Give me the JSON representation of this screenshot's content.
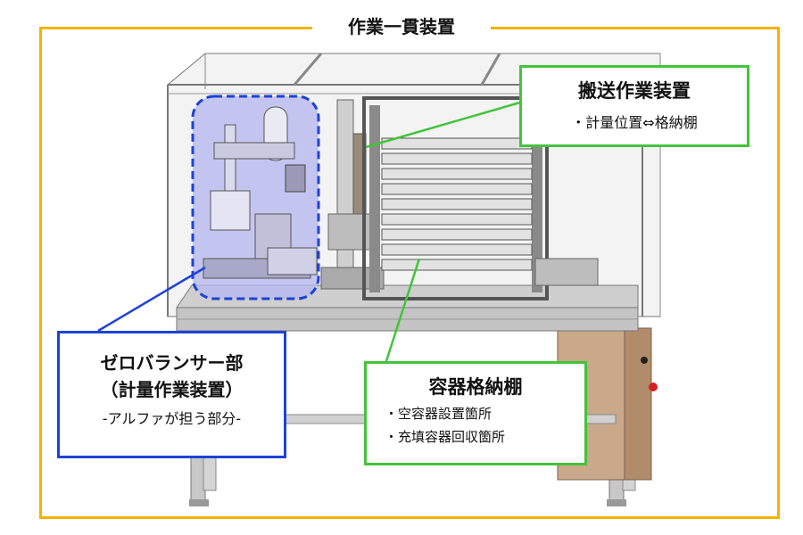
{
  "title": "作業一貫装置",
  "transport": {
    "title": "搬送作業装置",
    "detail": "・計量位置⇔格納棚"
  },
  "zero_balancer": {
    "title": "ゼロバランサー部",
    "subtitle": "（計量作業装置）",
    "note": "-アルファが担う部分-"
  },
  "storage": {
    "title": "容器格納棚",
    "items": [
      "・空容器設置箇所",
      "・充填容器回収箇所"
    ]
  },
  "colors": {
    "frame": "#f2b400",
    "green": "#43c43a",
    "blue": "#1d43d6",
    "highlight": "#b7b9ef"
  }
}
